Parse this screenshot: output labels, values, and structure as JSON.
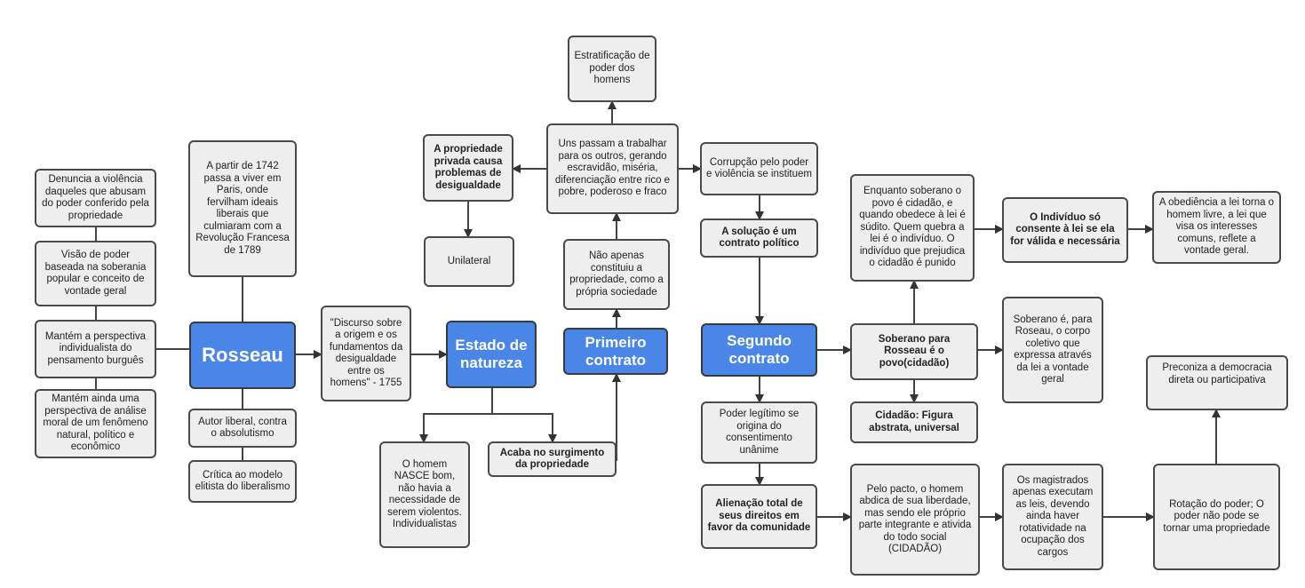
{
  "colors": {
    "central": "#4a86e8",
    "node": "#eeeeee",
    "border": "#4a4a4a"
  },
  "nodes": {
    "rosseau": "Rosseau",
    "denuncia": "Denuncia a violência daqueles que abusam do poder conferido pela propriedade",
    "visao_poder": "Visão de poder baseada na soberania popular e conceito de vontade geral",
    "mantem_individualista": "Mantém a perspectiva individualista do pensamento burguês",
    "mantem_moral": "Mantém ainda uma perspectiva de análise moral de um fenômeno natural, político e econômico",
    "a_partir_1742": "A partir de 1742 passa a viver em Paris, onde fervilham ideais liberais que culmiaram com a Revolução Francesa de 1789",
    "autor_liberal": "Autor liberal, contra o absolutismo",
    "critica": "Crítica ao modelo elitista do liberalismo",
    "discurso": "\"Discurso sobre a origem e os fundamentos da desigualdade entre os homens\" - 1755",
    "estado_natureza": "Estado de natureza",
    "homem_nasce": "O homem NASCE bom, não havia a necessidade de serem violentos. Individualistas",
    "acaba": "Acaba no surgimento da propriedade",
    "primeiro_contrato": "Primeiro contrato",
    "nao_apenas": "Não apenas constituiu a propriedade, como a própria sociedade",
    "uns_passam": "Uns passam a trabalhar para os outros, gerando escravidão, miséria, diferenciação entre rico e pobre, poderoso e fraco",
    "estratificacao": "Estratificação de poder dos homens",
    "propriedade_privada": "A propriedade privada causa problemas de desigualdade",
    "unilateral": "Unilateral",
    "corrupcao": "Corrupção pelo poder e violência se instituem",
    "solucao": "A solução é um contrato político",
    "segundo_contrato": "Segundo contrato",
    "poder_legitimo": "Poder legítimo se origina do consentimento unânime",
    "alienacao": "Alienação total de seus direitos em favor da comunidade",
    "pelo_pacto": "Pelo pacto, o homem abdica de sua liberdade, mas sendo ele próprio parte integrante e ativida do todo social (CIDADÃO)",
    "magistrados": "Os magistrados apenas executam as leis, devendo ainda haver rotatividade na ocupação dos cargos",
    "rotacao": "Rotação do poder; O poder não pode se tornar uma propriedade",
    "preconiza": "Preconiza a democracia direta ou participativa",
    "soberano_povo": "Soberano para Rosseau é o povo(cidadão)",
    "cidadao_figura": "Cidadão: Figura abstrata, universal",
    "enquanto_soberano": "Enquanto soberano o povo é cidadão, e quando obedece à lei é súdito. Quem quebra a lei é o indivíduo. O indivíduo que prejudica o cidadão é punido",
    "individuo_consente": "O Indivíduo só consente à lei se ela for válida e necessária",
    "obediencia": "A obediência a lei torna o homem livre, a lei que visa os interesses comuns, reflete a vontade geral.",
    "soberano_e": "Soberano é, para Roseau, o corpo coletivo que expressa através da lei a vontade geral"
  }
}
